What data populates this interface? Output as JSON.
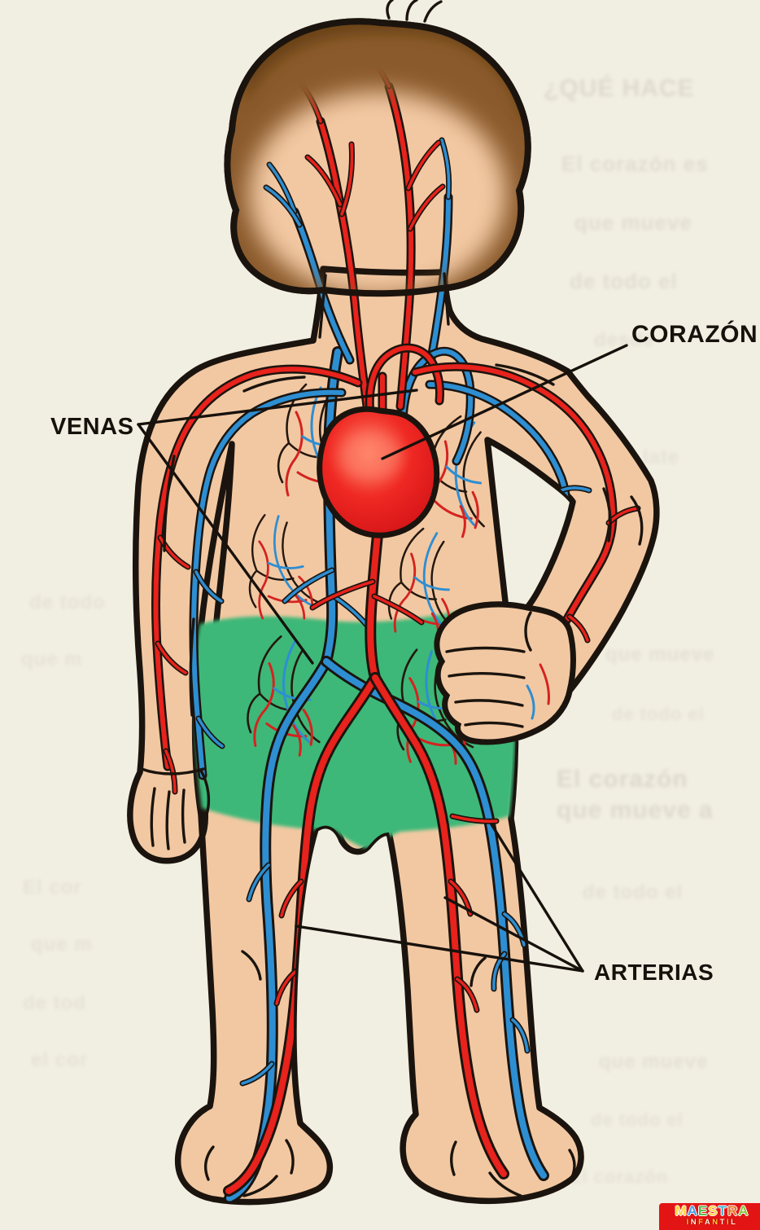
{
  "page": {
    "type": "scanned educational diagram",
    "background": "#f1eee2"
  },
  "labels": {
    "heart": "CORAZÓN",
    "veins": "VENAS",
    "arteries": "ARTERIAS"
  },
  "colors": {
    "artery_red": "#e8221c",
    "vein_blue": "#2e8ed2",
    "skin": "#f2c8a2",
    "hair_brown": "#8a5a2c",
    "shorts_green": "#3cb878",
    "outline_black": "#1b140e",
    "heart_red": "#ef2823",
    "label_text": "#17110c",
    "background_cream": "#f1eee2",
    "logo_background": "#e31414"
  },
  "logo": {
    "word_top": "MAESTRA",
    "word_bottom": "INFANTIL",
    "letter_colors_top": [
      "#ffd23f",
      "#4a9be0",
      "#57b647",
      "#ffd23f",
      "#49b8d8",
      "#e8732a",
      "#8bc43f"
    ],
    "letter_colors_bottom": [
      "#ffd23f",
      "#fff3da",
      "#ffd23f",
      "#fff3da",
      "#ffd23f",
      "#fff3da",
      "#ffd23f",
      "#fff3da"
    ]
  },
  "ghost": {
    "note": "faint show-through text from reverse page",
    "lines": [
      "¿QUÉ HACE",
      "El corazón es",
      "que mueve",
      "de todo el",
      "desde",
      "late",
      "que mueve",
      "de todo el",
      "El corazón",
      "que mueve a",
      "de todo el",
      "que mueve",
      "de todo el",
      "El corazón",
      "de todo",
      "que m",
      "El cor",
      "que m",
      "de tod",
      "el cor"
    ]
  }
}
